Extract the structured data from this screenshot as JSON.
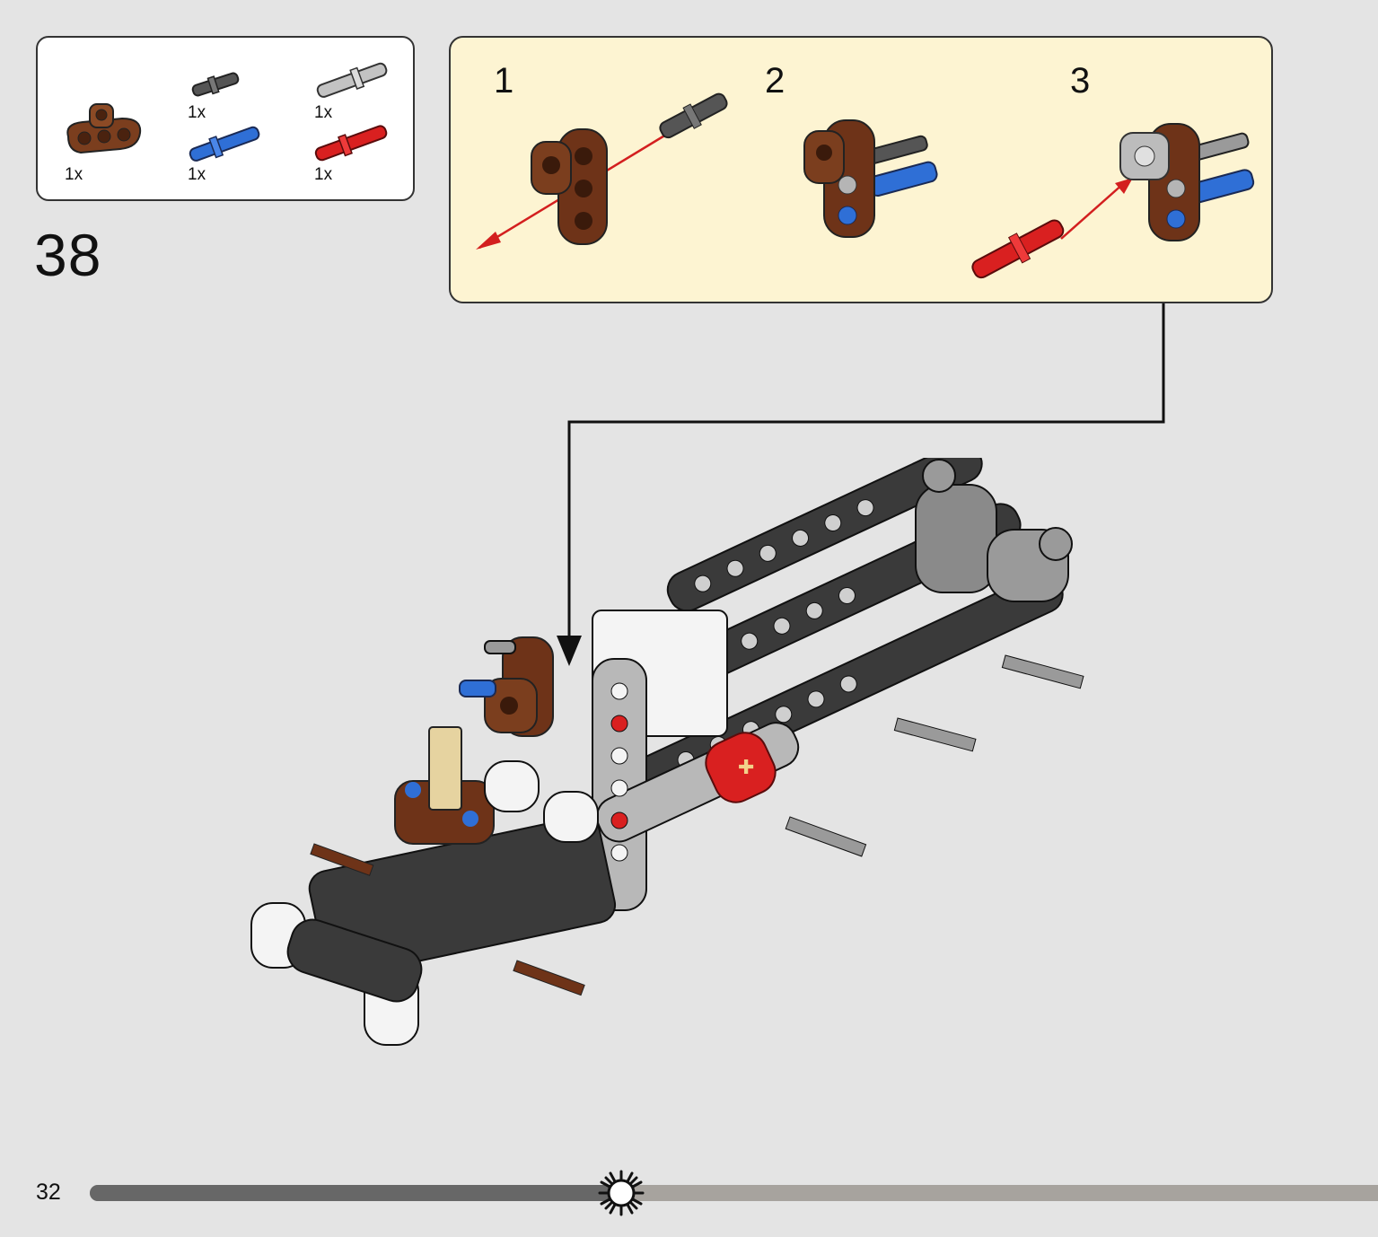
{
  "parts_list": {
    "items": [
      {
        "name": "brown-connector-part",
        "qty": "1x",
        "color": "#7b3e1e"
      },
      {
        "name": "dark-gray-pin-part",
        "qty": "1x",
        "color": "#5a5a5a"
      },
      {
        "name": "light-gray-axle-pin-part",
        "qty": "1x",
        "color": "#b5b5b5"
      },
      {
        "name": "blue-pin-part",
        "qty": "1x",
        "color": "#2f6fd6"
      },
      {
        "name": "red-axle-pin-part",
        "qty": "1x",
        "color": "#d92020"
      }
    ]
  },
  "step": {
    "number": "38"
  },
  "substeps": [
    {
      "number": "1"
    },
    {
      "number": "2"
    },
    {
      "number": "3"
    }
  ],
  "footer": {
    "page_number": "32",
    "progress": 0.41,
    "icon": "gear-icon"
  },
  "colors": {
    "background": "#e4e4e4",
    "callout_background": "#fdf4d2",
    "progress_fill": "#676767",
    "progress_track": "#a7a39e"
  }
}
